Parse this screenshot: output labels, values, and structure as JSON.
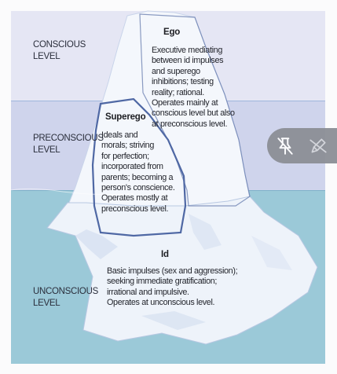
{
  "levels": {
    "conscious": "CONSCIOUS\nLEVEL",
    "preconscious": "PRECONSCIOUS\nLEVEL",
    "unconscious": "UNCONSCIOUS\nLEVEL"
  },
  "ego": {
    "title": "Ego",
    "body": "Executive mediating\nbetween id impulses\nand superego\ninhibitions; testing\nreality; rational.\nOperates mainly at\nconscious level but also\nat preconscious level."
  },
  "superego": {
    "title": "Superego",
    "body": "Ideals and\nmorals; striving\nfor perfection;\nincorporated from\nparents; becoming a\nperson's conscience.\nOperates mostly at\npreconscious level."
  },
  "id": {
    "title": "Id",
    "body": "Basic impulses (sex and aggression);\nseeking immediate gratification;\nirrational and impulsive.\nOperates at unconscious level."
  },
  "overlay": {
    "icons": [
      "pin-off-icon",
      "pen-off-icon"
    ]
  },
  "colors": {
    "conscious_band": "#e5e6f4",
    "preconscious_band": "#cfd4ec",
    "unconscious_band": "#9bc9d8",
    "ice": "#f4f7fc",
    "outline": "#5b72a8"
  }
}
